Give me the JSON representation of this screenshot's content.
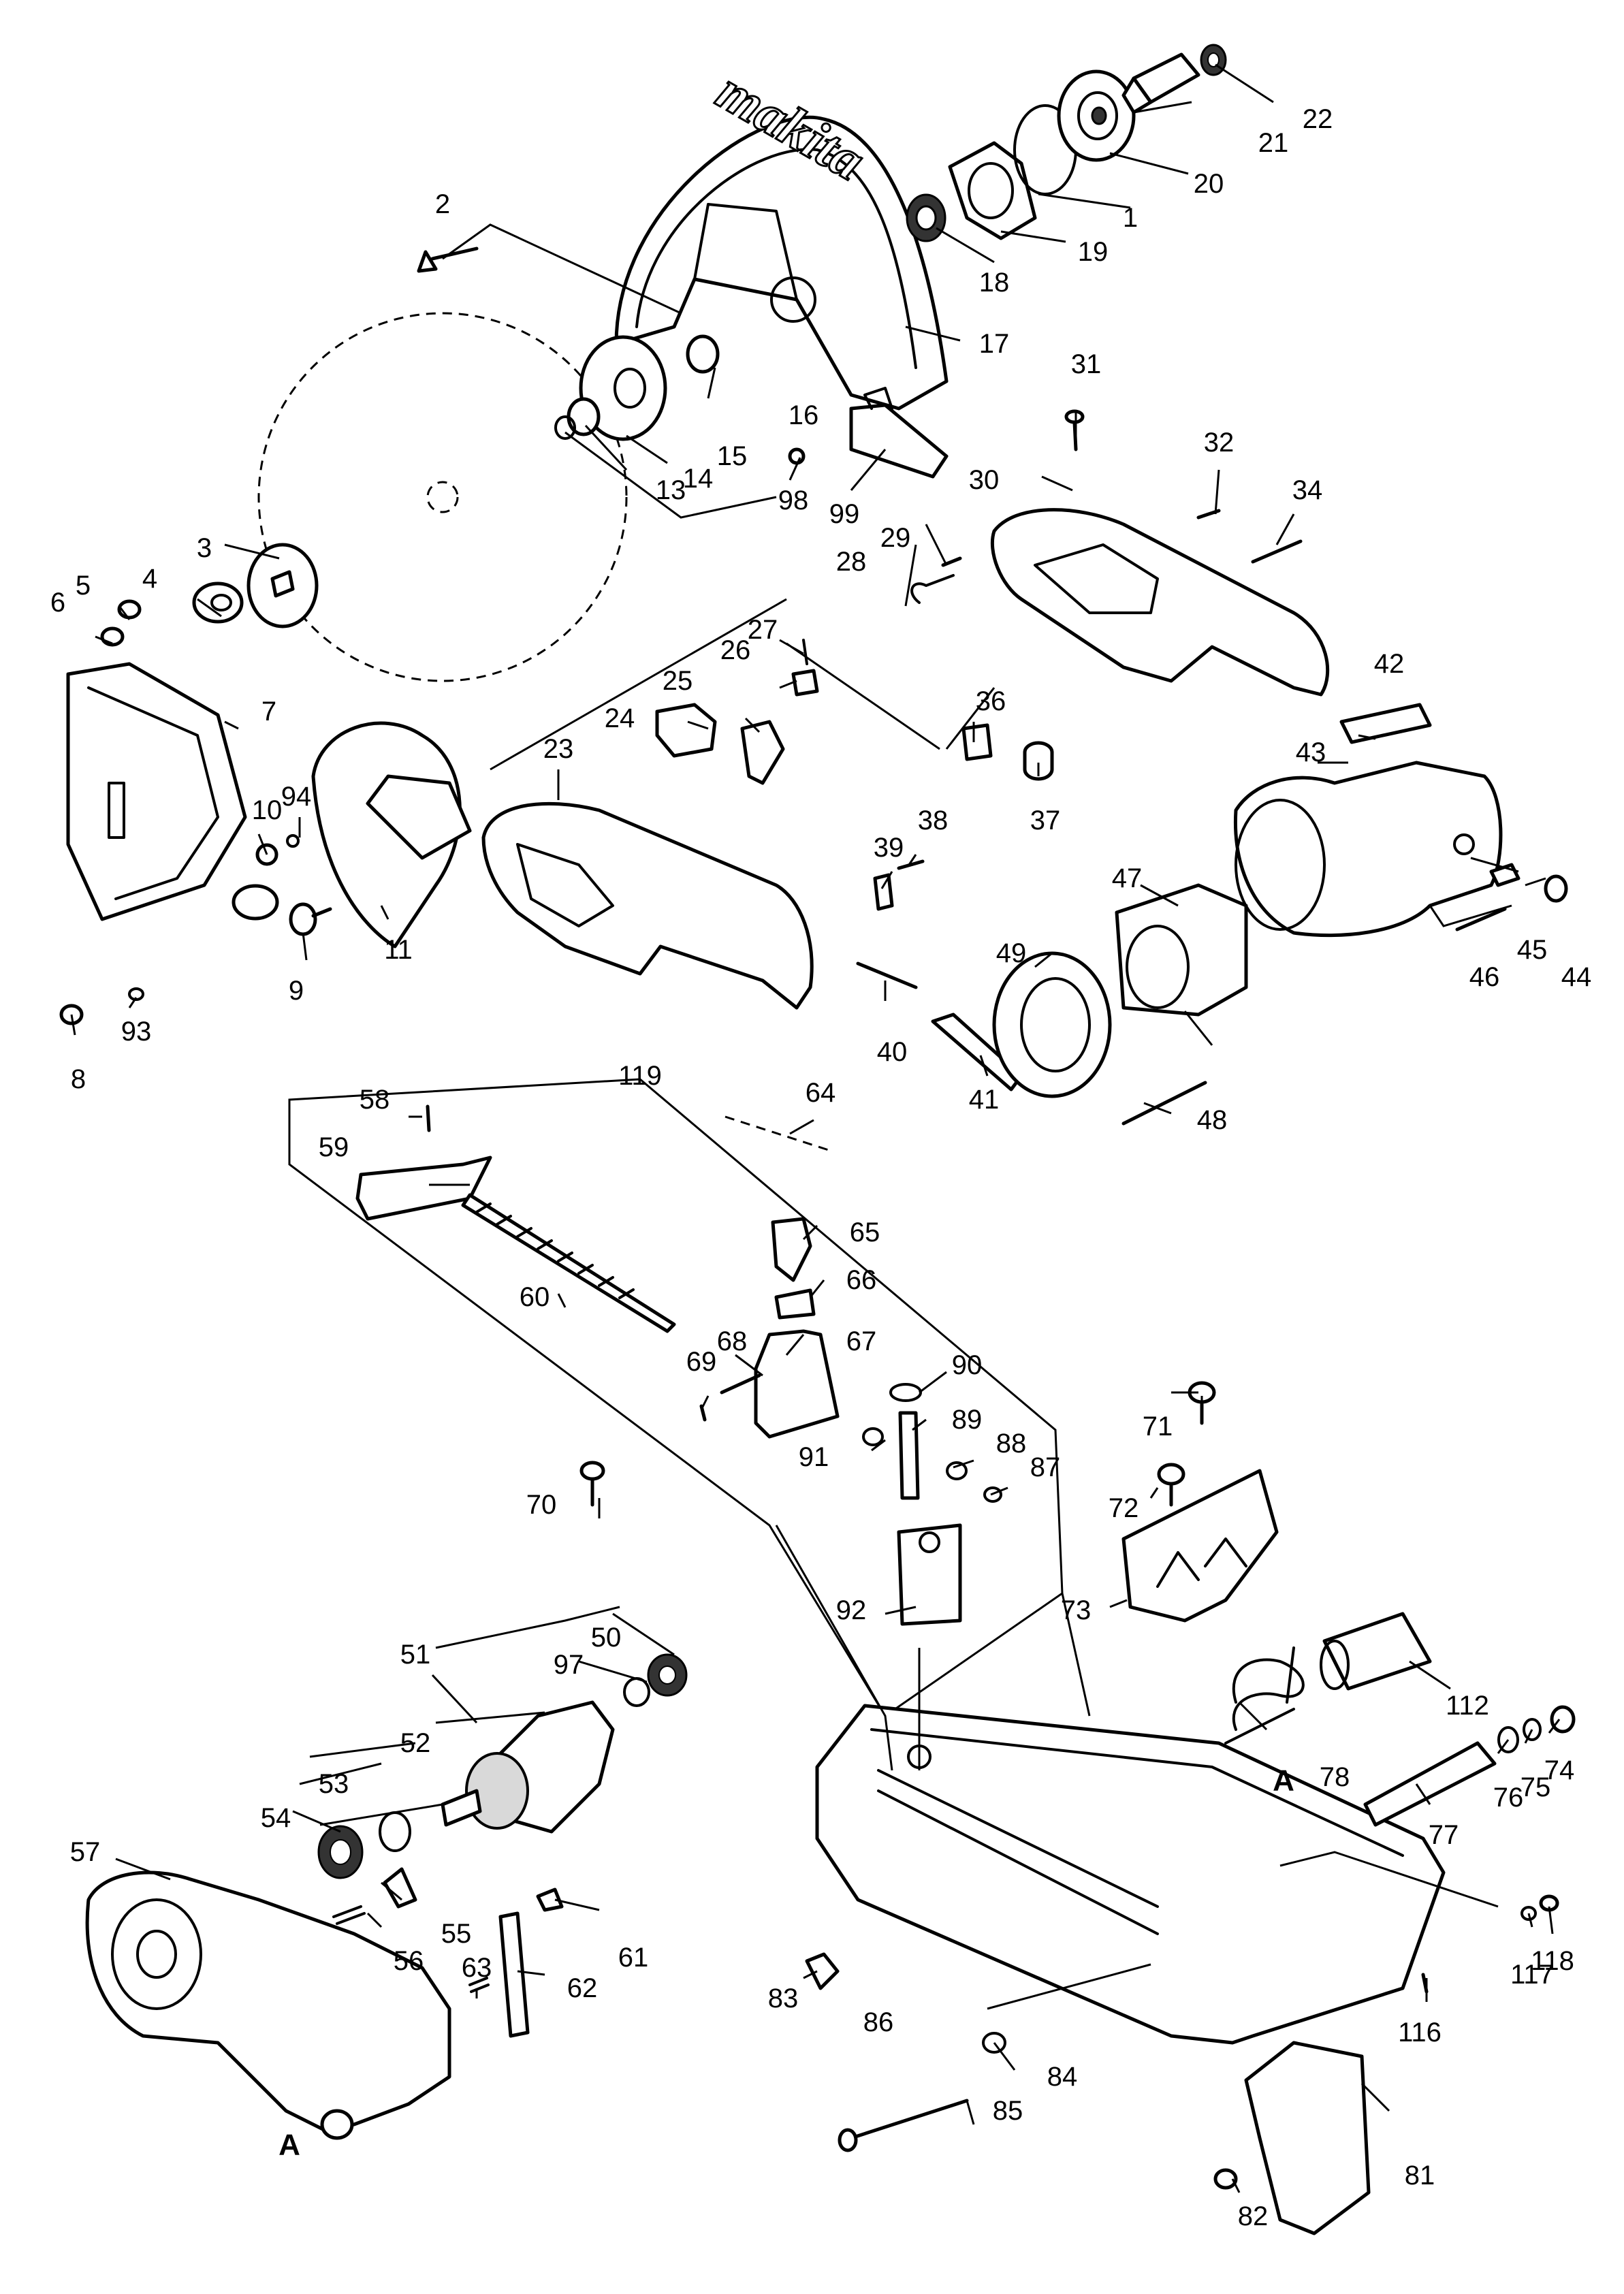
{
  "brand": "makita",
  "markers": [
    "A",
    "A"
  ],
  "part_numbers": [
    "1",
    "2",
    "3",
    "4",
    "5",
    "6",
    "7",
    "8",
    "9",
    "10",
    "11",
    "13",
    "14",
    "15",
    "16",
    "17",
    "18",
    "19",
    "20",
    "21",
    "22",
    "23",
    "24",
    "25",
    "26",
    "27",
    "28",
    "29",
    "30",
    "31",
    "32",
    "34",
    "36",
    "37",
    "38",
    "39",
    "40",
    "41",
    "42",
    "43",
    "44",
    "45",
    "46",
    "47",
    "48",
    "49",
    "50",
    "51",
    "52",
    "53",
    "54",
    "55",
    "56",
    "57",
    "58",
    "59",
    "60",
    "61",
    "62",
    "63",
    "64",
    "65",
    "66",
    "67",
    "68",
    "69",
    "70",
    "71",
    "72",
    "73",
    "74",
    "75",
    "76",
    "77",
    "78",
    "81",
    "82",
    "83",
    "84",
    "85",
    "86",
    "87",
    "88",
    "89",
    "90",
    "91",
    "92",
    "93",
    "94",
    "97",
    "98",
    "99",
    "112",
    "116",
    "117",
    "118",
    "119"
  ]
}
